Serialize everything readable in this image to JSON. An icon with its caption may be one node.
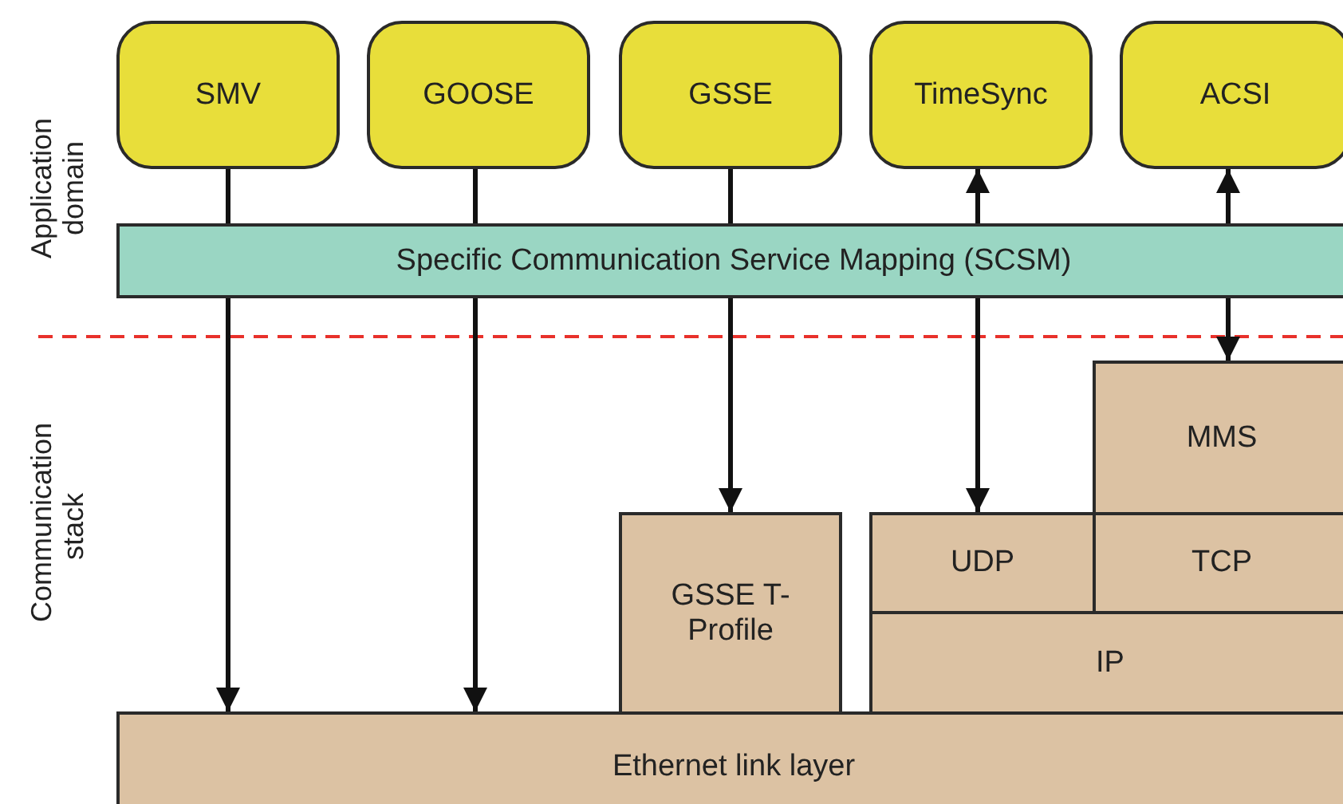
{
  "diagram": {
    "nodes": [
      {
        "text": [
          "SMV"
        ]
      },
      {
        "text": [
          "GOOSE"
        ]
      },
      {
        "text": [
          "GSSE"
        ]
      },
      {
        "text": [
          "TimeSync"
        ]
      },
      {
        "text": [
          "ACSI"
        ]
      },
      {
        "text": [
          "Specific Communication Service Mapping (SCSM)"
        ]
      },
      {
        "text": [
          "MMS"
        ]
      },
      {
        "text": [
          "GSSE T-Profile"
        ]
      },
      {
        "text": [
          "UDP"
        ]
      },
      {
        "text": [
          "TCP"
        ]
      },
      {
        "text": [
          "IP"
        ]
      },
      {
        "text": [
          "Ethernet link layer"
        ]
      }
    ],
    "edges": [
      {
        "from": 0,
        "to": 5,
        "arrow": "none"
      },
      {
        "from": 1,
        "to": 5,
        "arrow": "none"
      },
      {
        "from": 2,
        "to": 5,
        "arrow": "none"
      },
      {
        "from": 5,
        "to": 3,
        "arrow": "to"
      },
      {
        "from": 5,
        "to": 4,
        "arrow": "to"
      },
      {
        "from": 5,
        "to": 11,
        "arrow": "to"
      },
      {
        "from": 5,
        "to": 11,
        "arrow": "to"
      },
      {
        "from": 5,
        "to": 7,
        "arrow": "to"
      },
      {
        "from": 5,
        "to": 8,
        "arrow": "to"
      },
      {
        "from": 5,
        "to": 6,
        "arrow": "to"
      }
    ],
    "labels": [
      "Application domain",
      "Communication stack"
    ]
  }
}
